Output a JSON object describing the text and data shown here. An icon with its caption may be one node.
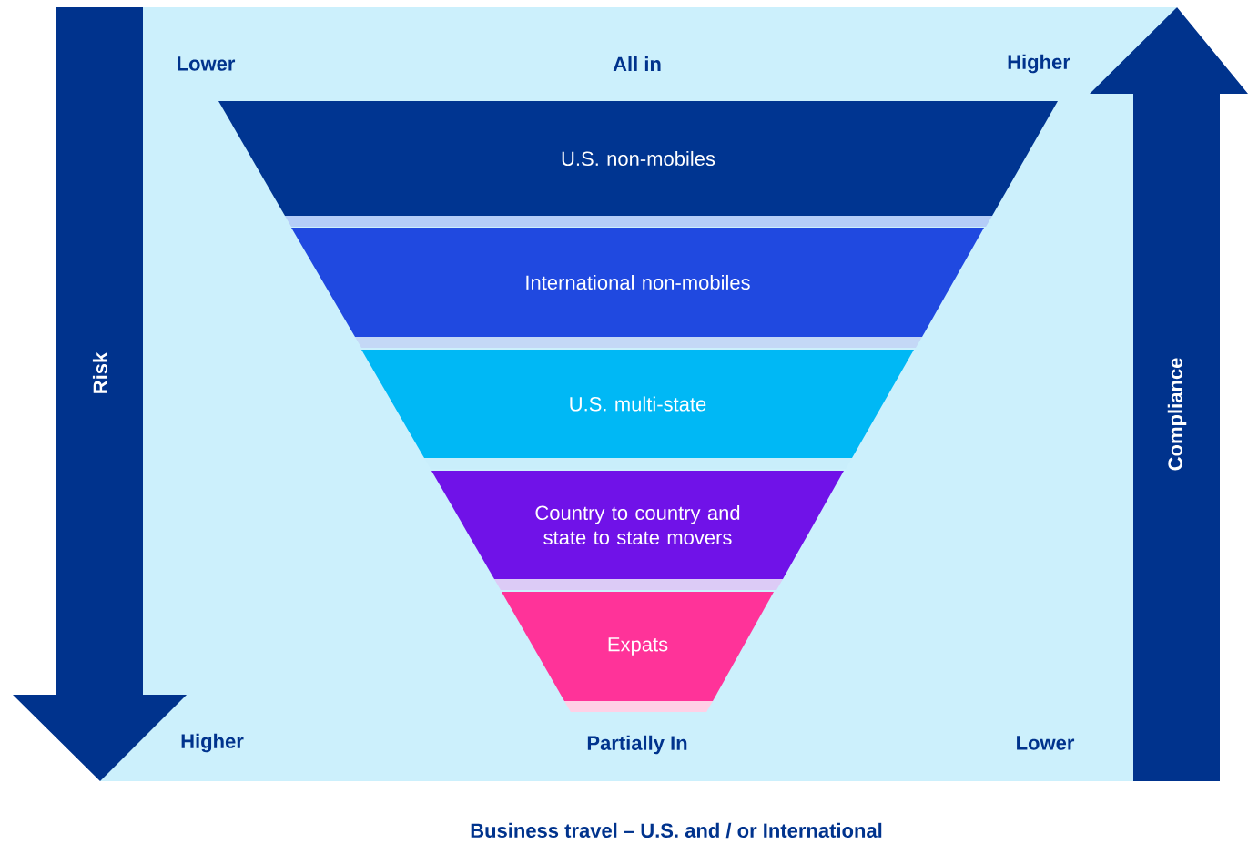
{
  "diagram": {
    "caption": "Business travel – U.S. and / or International",
    "nodes": [
      {
        "text": [
          "U.S. non-mobiles"
        ]
      },
      {
        "text": [
          "International non-mobiles"
        ]
      },
      {
        "text": [
          "U.S. multi-state"
        ]
      },
      {
        "text": [
          "Country to country and state to state movers"
        ]
      },
      {
        "text": [
          "Expats"
        ]
      },
      {
        "text": [
          "Risk"
        ]
      },
      {
        "text": [
          "Compliance"
        ]
      }
    ],
    "labels": [
      "Lower",
      "All in",
      "Higher",
      "Higher",
      "Partially In",
      "Lower"
    ]
  }
}
